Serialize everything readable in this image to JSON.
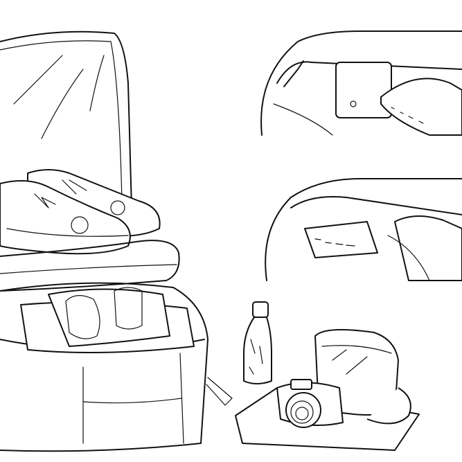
{
  "illustration": {
    "line_color": "#111111",
    "background": "#ffffff",
    "panels": [
      "main-scene",
      "inset-pocket-top",
      "inset-pocket-middle"
    ]
  }
}
